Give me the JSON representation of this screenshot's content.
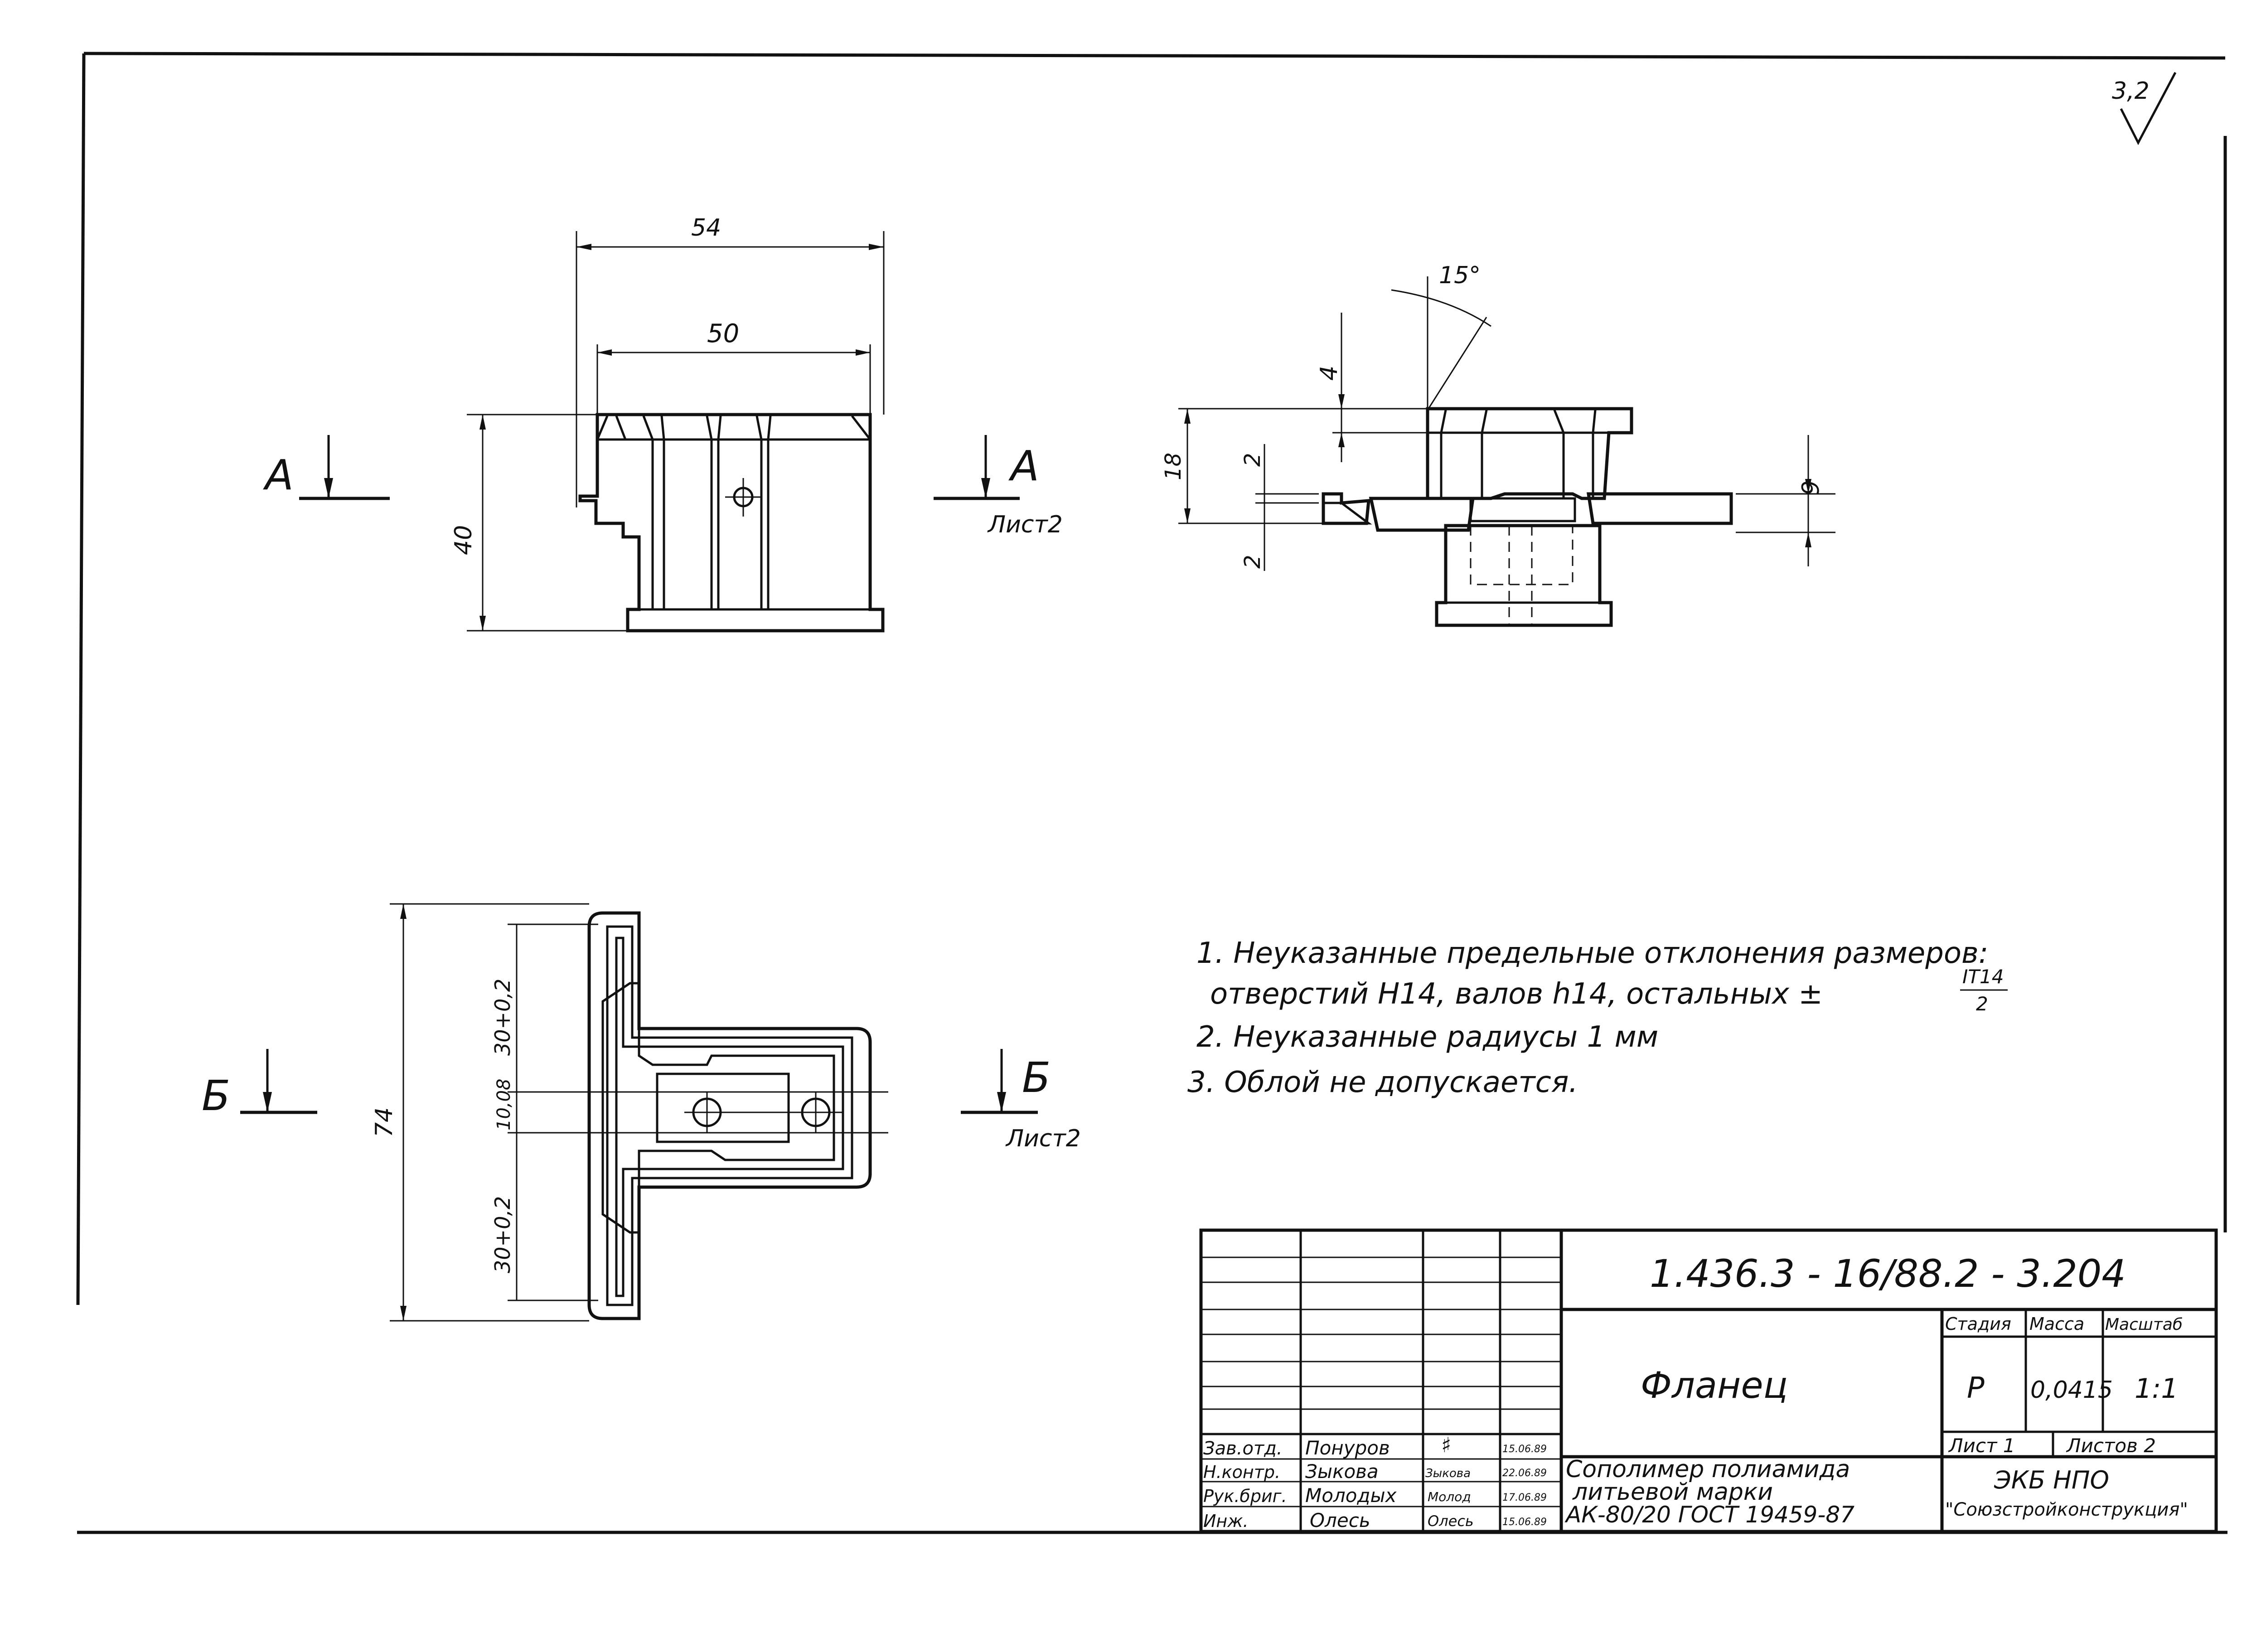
{
  "roughness": {
    "value": "3,2"
  },
  "view_top_left": {
    "dim_overall_width": "54",
    "dim_inner_width": "50",
    "dim_height": "40",
    "section_a_left": "А",
    "section_a_right": "А",
    "section_a_sheet": "Лист2"
  },
  "view_top_right": {
    "dim_angle": "15°",
    "dim_4": "4",
    "dim_18": "18",
    "dim_2_top": "2",
    "dim_2_bottom": "2",
    "dim_6": "6"
  },
  "view_bottom": {
    "dim_74": "74",
    "dim_30_top": "30+0,2",
    "dim_10": "10,08",
    "dim_30_bottom": "30+0,2",
    "section_b_left": "Б",
    "section_b_right": "Б",
    "section_b_sheet": "Лист2"
  },
  "notes": {
    "n1_line1": "1. Неуказанные предельные отклонения размеров:",
    "n1_line2": "отверстий   Н14,  валов  h14,  остальных ±",
    "n1_frac_num": "IT14",
    "n1_frac_den": "2",
    "n2": "2. Неуказанные радиусы  1 мм",
    "n3": "3. Облой  не  допускается."
  },
  "title_block": {
    "doc_number": "1.436.3 - 16/88.2 - 3.204",
    "part_name": "Фланец",
    "material_1": "Сополимер  полиамида",
    "material_2": "литьевой  марки",
    "material_3": "АК-80/20 ГОСТ 19459-87",
    "stage_header": "Стадия",
    "mass_header": "Масса",
    "scale_header": "Масштаб",
    "stage_value": "Р",
    "mass_value": "0,0415",
    "scale_value": "1:1",
    "sheet_label": "Лист 1",
    "sheets_label": "Листов 2",
    "org_line1": "ЭКБ   НПО",
    "org_line2": "\"Союзстройконструкция\"",
    "roles": [
      {
        "role": "Зав.отд.",
        "name": "Понуров",
        "sign": "",
        "date": "15.06.89"
      },
      {
        "role": "Н.контр.",
        "name": "Зыкова",
        "sign": "Зыкова",
        "date": "22.06.89"
      },
      {
        "role": "Рук.бриг.",
        "name": "Молодых",
        "sign": "Молод",
        "date": "17.06.89"
      },
      {
        "role": "Инж.",
        "name": "Олесь",
        "sign": "Олесь",
        "date": "15.06.89"
      }
    ]
  }
}
